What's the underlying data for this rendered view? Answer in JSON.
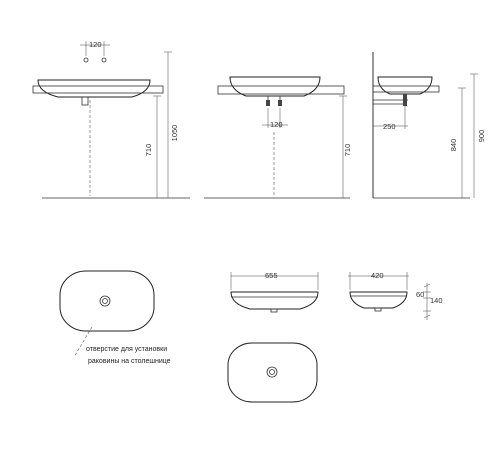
{
  "dimensions": {
    "tap_spacing": "120",
    "drain_spacing": "120",
    "height_1050": "1050",
    "height_710_front": "710",
    "height_710_middle": "710",
    "wall_offset": "250",
    "height_840": "840",
    "height_900": "900",
    "width_655": "655",
    "depth_420": "420",
    "height_60": "60",
    "height_140": "140"
  },
  "annotation": {
    "line1": "отверстие для установки",
    "line2": "раковины на столешнице"
  }
}
